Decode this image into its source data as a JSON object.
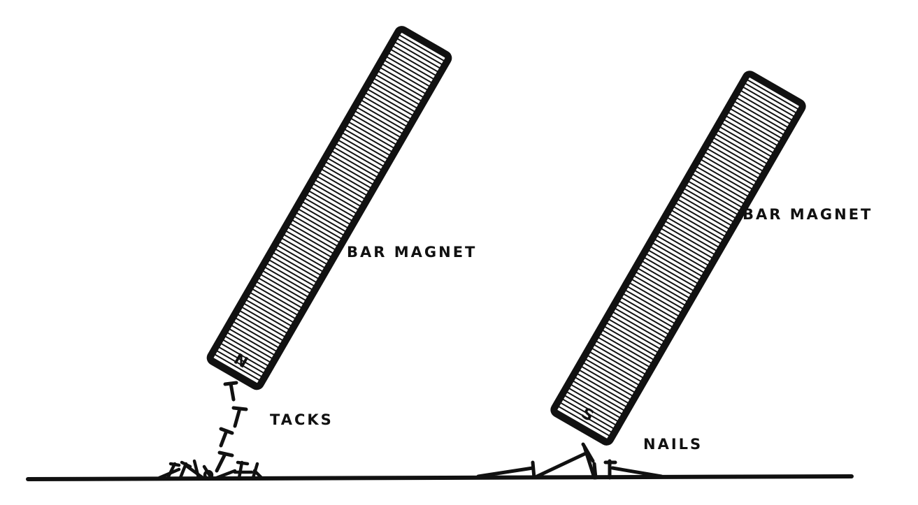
{
  "labels": {
    "magnet_left": "BAR MAGNET",
    "magnet_right": "BAR MAGNET",
    "tacks": "TACKS",
    "nails": "NAILS"
  },
  "magnet_pole_marks": {
    "left": "N",
    "right": "S"
  },
  "colors": {
    "ink": "#111111",
    "paper": "#ffffff"
  }
}
